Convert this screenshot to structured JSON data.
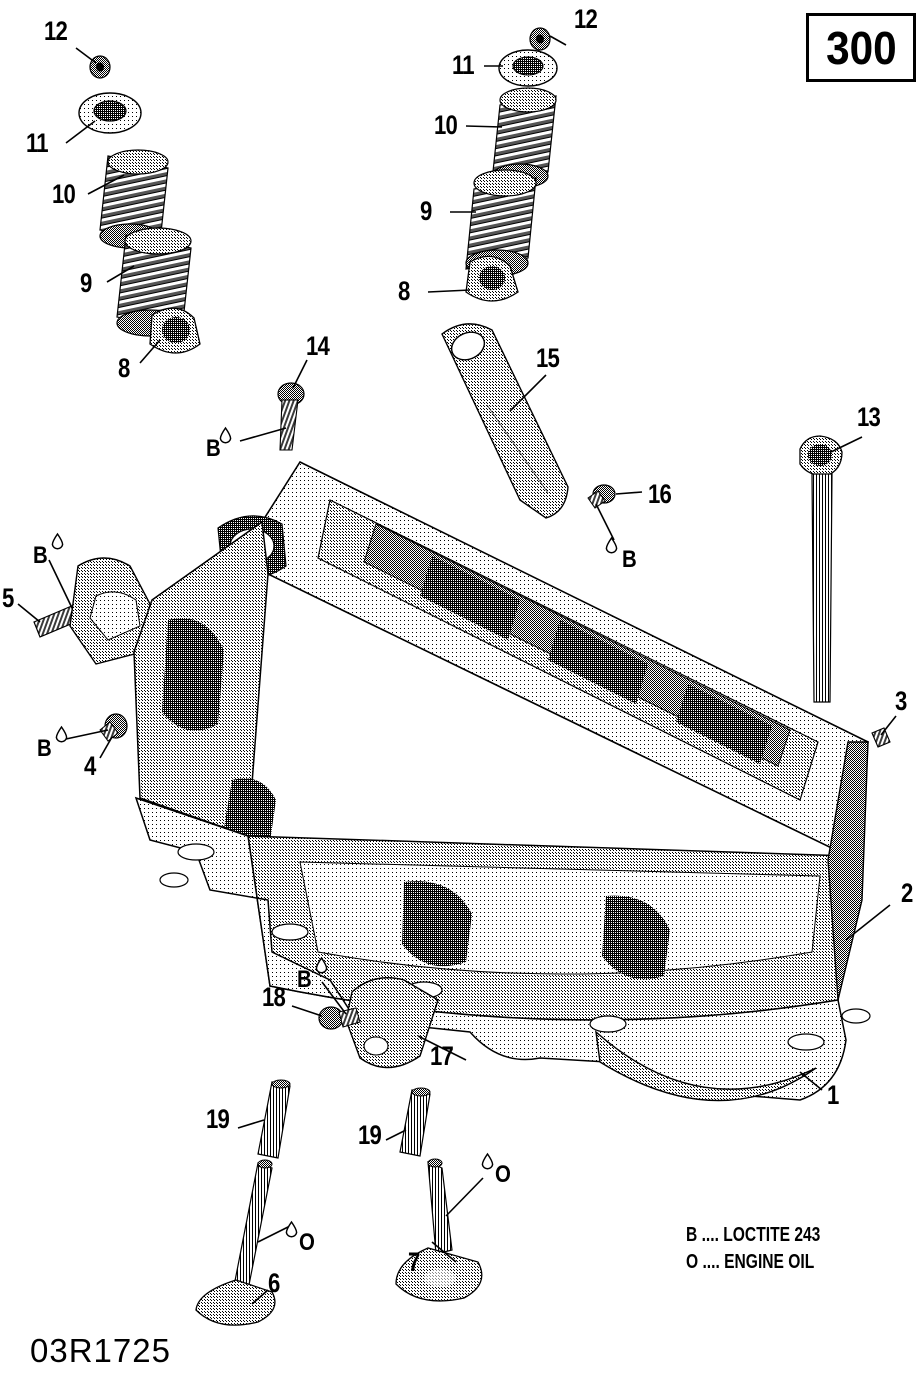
{
  "badge": {
    "number": "300"
  },
  "drawing_number": "03R1725",
  "legend": {
    "loctite": "B .... LOCTITE 243",
    "engine_oil": "O .... ENGINE OIL"
  },
  "callouts": [
    {
      "id": "12L",
      "label": "12"
    },
    {
      "id": "11L",
      "label": "11"
    },
    {
      "id": "10L",
      "label": "10"
    },
    {
      "id": "9L",
      "label": "9"
    },
    {
      "id": "8L",
      "label": "8"
    },
    {
      "id": "12R",
      "label": "12"
    },
    {
      "id": "11R",
      "label": "11"
    },
    {
      "id": "10R",
      "label": "10"
    },
    {
      "id": "9R",
      "label": "9"
    },
    {
      "id": "8R",
      "label": "8"
    },
    {
      "id": "14",
      "label": "14"
    },
    {
      "id": "15",
      "label": "15"
    },
    {
      "id": "16",
      "label": "16"
    },
    {
      "id": "13",
      "label": "13"
    },
    {
      "id": "5",
      "label": "5"
    },
    {
      "id": "4",
      "label": "4"
    },
    {
      "id": "3",
      "label": "3"
    },
    {
      "id": "2",
      "label": "2"
    },
    {
      "id": "1",
      "label": "1"
    },
    {
      "id": "18",
      "label": "18"
    },
    {
      "id": "17",
      "label": "17"
    },
    {
      "id": "19L",
      "label": "19"
    },
    {
      "id": "19R",
      "label": "19"
    },
    {
      "id": "6",
      "label": "6"
    },
    {
      "id": "7",
      "label": "7"
    }
  ],
  "markers": [
    {
      "id": "b14",
      "letter": "B",
      "symbol": "droplet"
    },
    {
      "id": "b16",
      "letter": "B",
      "symbol": "droplet"
    },
    {
      "id": "b5",
      "letter": "B",
      "symbol": "droplet"
    },
    {
      "id": "b4",
      "letter": "B",
      "symbol": "droplet"
    },
    {
      "id": "b18",
      "letter": "B",
      "symbol": "droplet"
    },
    {
      "id": "o6",
      "letter": "O",
      "symbol": "droplet"
    },
    {
      "id": "o7",
      "letter": "O",
      "symbol": "droplet"
    }
  ],
  "colors": {
    "ink": "#000000",
    "background": "#ffffff",
    "shade_light": "#cfcfcf",
    "shade_mid": "#9a9a9a",
    "shade_dark": "#4a4a4a"
  }
}
